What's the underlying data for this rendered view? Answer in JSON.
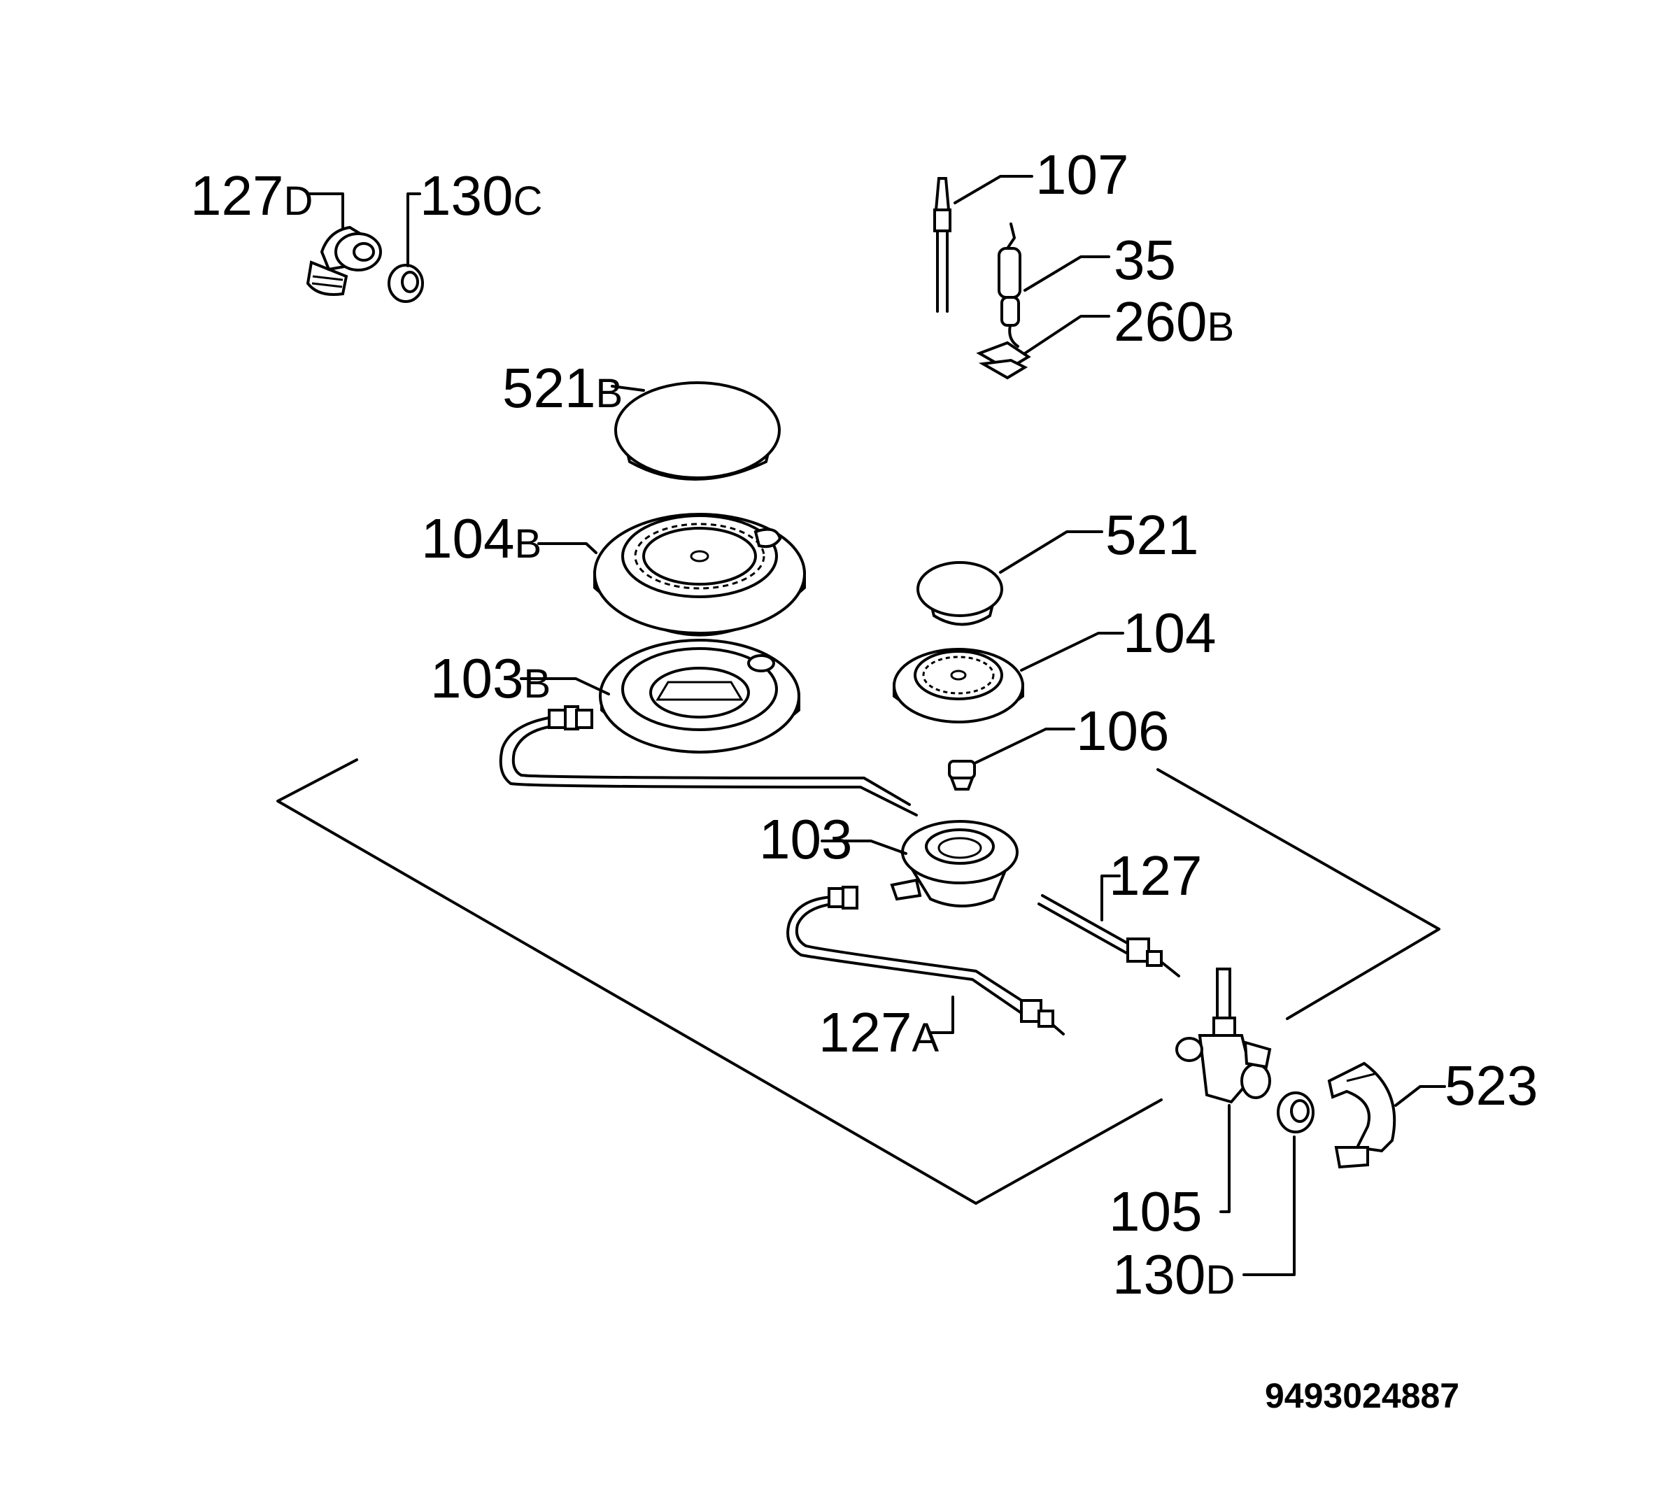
{
  "diagram": {
    "labels": {
      "l127d": {
        "num": "127",
        "suf": "D"
      },
      "l130c": {
        "num": "130",
        "suf": "C"
      },
      "l107": {
        "num": "107",
        "suf": ""
      },
      "l35": {
        "num": "35",
        "suf": ""
      },
      "l260b": {
        "num": "260",
        "suf": "B"
      },
      "l521b": {
        "num": "521",
        "suf": "B"
      },
      "l104b": {
        "num": "104",
        "suf": "B"
      },
      "l521": {
        "num": "521",
        "suf": ""
      },
      "l104": {
        "num": "104",
        "suf": ""
      },
      "l103b": {
        "num": "103",
        "suf": "B"
      },
      "l106": {
        "num": "106",
        "suf": ""
      },
      "l103": {
        "num": "103",
        "suf": ""
      },
      "l127": {
        "num": "127",
        "suf": ""
      },
      "l127a": {
        "num": "127",
        "suf": "A"
      },
      "l523": {
        "num": "523",
        "suf": ""
      },
      "l105": {
        "num": "105",
        "suf": ""
      },
      "l130d": {
        "num": "130",
        "suf": "D"
      }
    },
    "document_number": "9493024887"
  }
}
